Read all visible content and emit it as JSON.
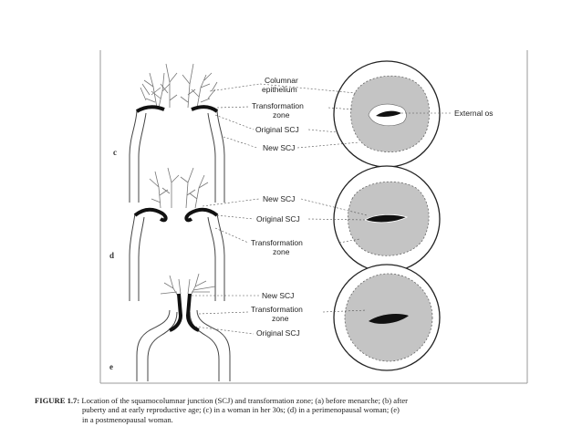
{
  "panels": [
    {
      "letter": "c",
      "labels": [
        "Columnar",
        "epithelium",
        "Transformation",
        "zone",
        "Original SCJ",
        "New SCJ",
        "External os"
      ]
    },
    {
      "letter": "d",
      "labels": [
        "New SCJ",
        "Original SCJ",
        "Transformation",
        "zone"
      ]
    },
    {
      "letter": "e",
      "labels": [
        "New SCJ",
        "Transformation",
        "zone",
        "Original SCJ"
      ]
    }
  ],
  "caption": {
    "label": "FIGURE 1.7:",
    "line1": "Location of the squamocolumnar junction (SCJ) and transformation zone; (a) before menarche; (b) after",
    "line2": "puberty and at early reproductive age; (c) in a woman in her 30s; (d) in a perimenopausal woman; (e)",
    "line3": "in a postmenopausal woman."
  },
  "colors": {
    "tissue_gray": "#c4c4c4",
    "os": "#111111",
    "line": "#555555"
  }
}
